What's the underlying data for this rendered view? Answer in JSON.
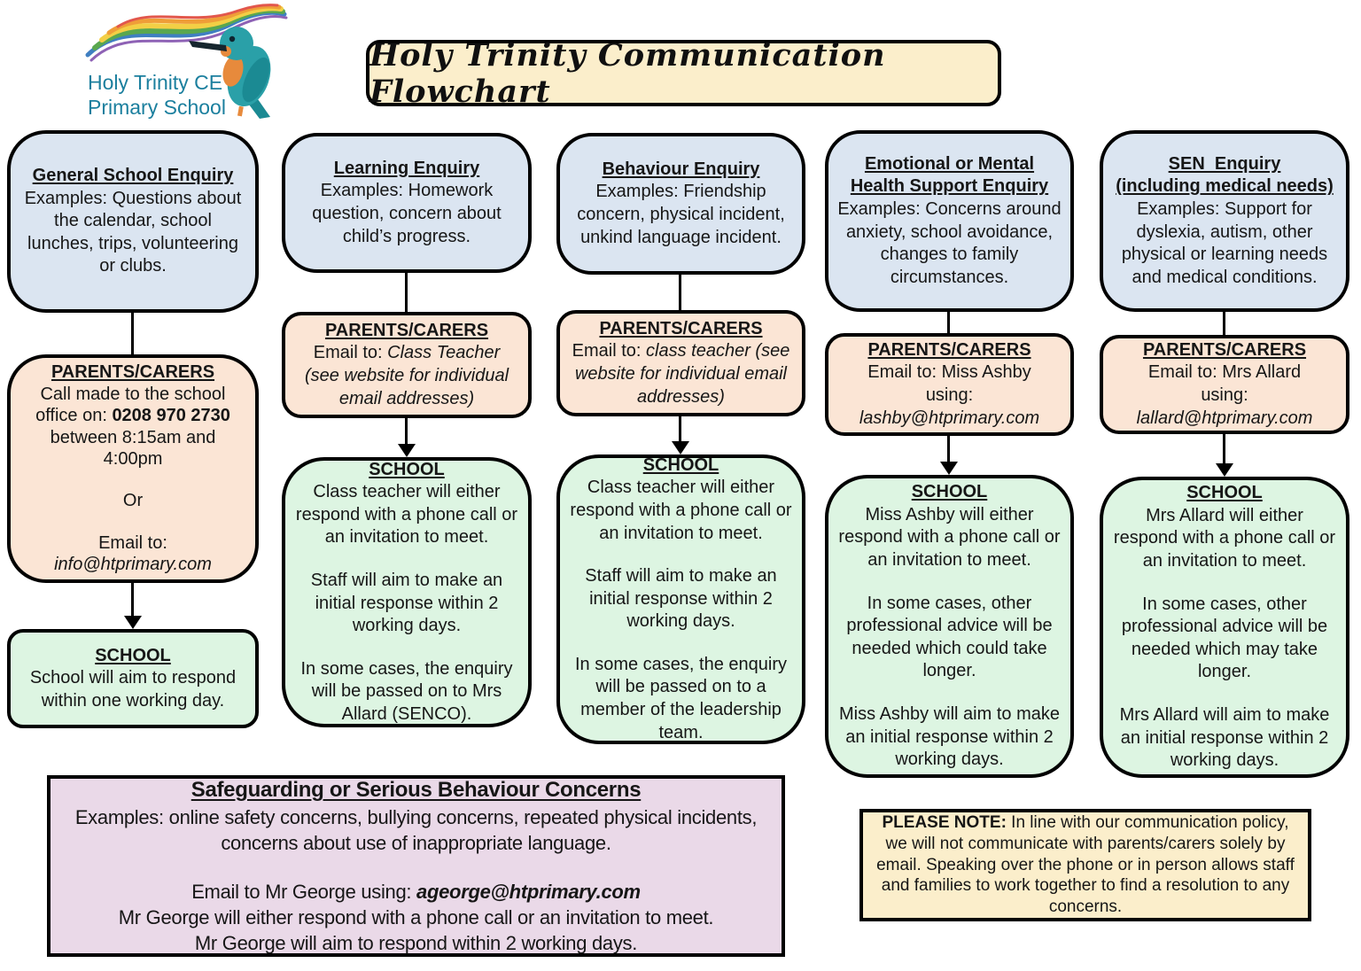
{
  "logo": {
    "line1": "Holy Trinity CE",
    "line2": "Primary School"
  },
  "title": "Holy Trinity Communication Flowchart",
  "columns": [
    {
      "enquiry": {
        "title": "General School Enquiry",
        "body": "Examples: Questions about the calendar, school lunches, trips, volunteering or clubs."
      },
      "parents": {
        "heading": "PARENTS/CARERS",
        "call_prefix": "Call made to the school office on: ",
        "phone": "0208 970 2730",
        "call_suffix": " between 8:15am and 4:00pm",
        "or": "Or",
        "email_label": "Email to:",
        "email": "info@htprimary.com"
      },
      "school": {
        "heading": "SCHOOL",
        "paragraphs": [
          "School will aim to respond within one working day."
        ]
      }
    },
    {
      "enquiry": {
        "title": "Learning Enquiry",
        "body": "Examples: Homework question, concern about child’s progress."
      },
      "parents": {
        "heading": "PARENTS/CARERS",
        "email_prefix": "Email to: ",
        "email_to": "Class Teacher",
        "note": "(see website for individual email addresses)"
      },
      "school": {
        "heading": "SCHOOL",
        "paragraphs": [
          "Class teacher will either respond with a phone call or an invitation to meet.",
          "Staff will aim to make an initial response within 2 working days.",
          "In some cases, the enquiry will be passed on to Mrs Allard (SENCO)."
        ]
      }
    },
    {
      "enquiry": {
        "title": "Behaviour Enquiry",
        "body": "Examples: Friendship concern, physical incident, unkind language incident."
      },
      "parents": {
        "heading": "PARENTS/CARERS",
        "email_prefix": "Email to: ",
        "email_to": "class teacher",
        "note": "(see website for individual email addresses)"
      },
      "school": {
        "heading": "SCHOOL",
        "paragraphs": [
          "Class teacher will either respond with a phone call or an invitation to meet.",
          "Staff will aim to make an initial response within 2 working days.",
          "In some cases, the enquiry will be passed on to a member of the leadership team."
        ]
      }
    },
    {
      "enquiry": {
        "title": "Emotional or Mental Health Support Enquiry",
        "body": "Examples: Concerns around anxiety, school avoidance, changes to family circumstances."
      },
      "parents": {
        "heading": "PARENTS/CARERS",
        "email_to_line": "Email to: Miss Ashby",
        "using_line": "using:",
        "email": "lashby@htprimary.com"
      },
      "school": {
        "heading": "SCHOOL",
        "paragraphs": [
          "Miss Ashby will either respond with a phone call or an invitation to meet.",
          "In some cases, other professional advice will be needed which could take longer.",
          "Miss Ashby will aim to make an initial response within 2 working days."
        ]
      }
    },
    {
      "enquiry": {
        "title_line1": "SEN  Enquiry",
        "title_line2": "(including medical needs)",
        "body": "Examples: Support for dyslexia, autism, other physical or learning needs and medical conditions."
      },
      "parents": {
        "heading": "PARENTS/CARERS",
        "email_to_line": "Email to: Mrs Allard",
        "using_line": "using:",
        "email": "lallard@htprimary.com"
      },
      "school": {
        "heading": "SCHOOL",
        "paragraphs": [
          "Mrs Allard will either respond with a phone call or an invitation to meet.",
          "In some cases, other professional advice will be needed which may take longer.",
          "Mrs Allard will aim to make an initial response within 2 working days."
        ]
      }
    }
  ],
  "safeguarding": {
    "heading": "Safeguarding or Serious Behaviour Concerns",
    "examples": "Examples: online safety concerns, bullying concerns, repeated physical incidents, concerns about use of inappropriate language.",
    "email_prefix": "Email to Mr George using: ",
    "email": "ageorge@htprimary.com",
    "line2": "Mr George will either respond with a phone call or an invitation to meet.",
    "line3": "Mr George will aim to respond within 2 working days."
  },
  "note": {
    "label": "PLEASE NOTE:",
    "text": " In line with our communication policy, we will not communicate with parents/carers solely by email. Speaking over the phone or in person allows staff and families to work together to find a resolution to any concerns."
  },
  "colors": {
    "enquiry_blue": "#dbe5f1",
    "parents_peach": "#fbe5d5",
    "school_green": "#ddf5e2",
    "safeguarding_purple": "#ead9e8",
    "note_cream": "#fbeecb",
    "title_cream": "#fbeecb",
    "border_black": "#000000",
    "logo_teal": "#1b7f9e"
  }
}
